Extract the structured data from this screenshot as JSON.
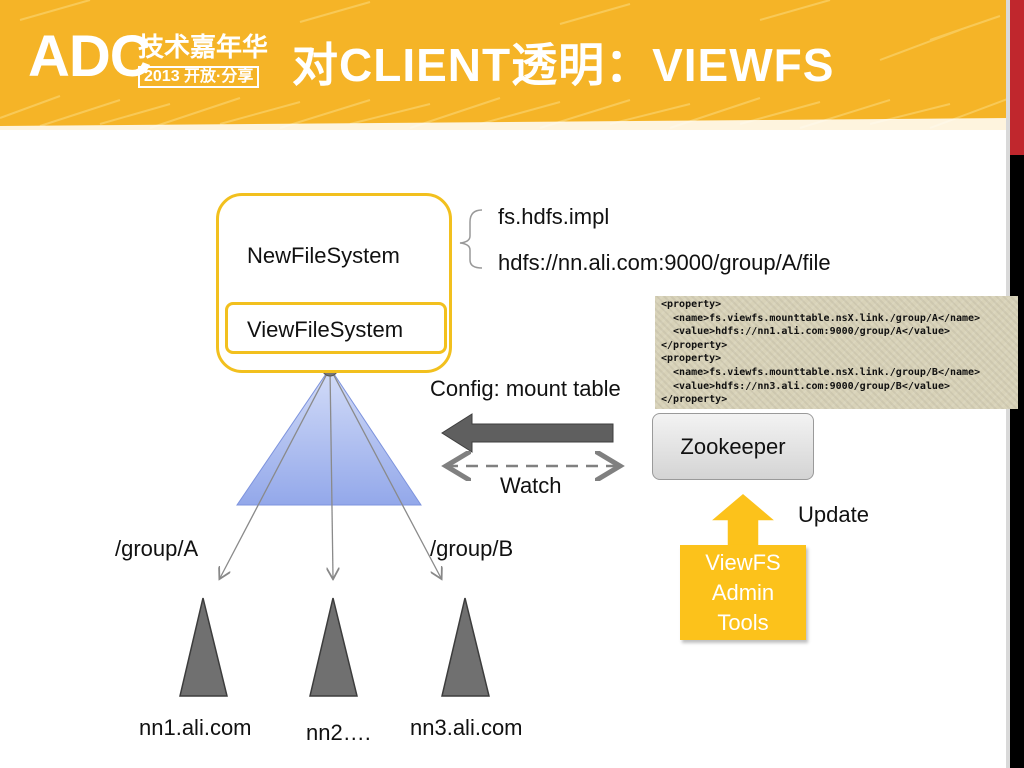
{
  "header": {
    "logo_main": "ADC",
    "logo_sub": "技术嘉年华",
    "logo_sub2": "2013 开放·分享",
    "title": "对CLIENT透明：VIEWFS"
  },
  "client_box": {
    "outer_label": "NewFileSystem",
    "inner_label": "ViewFileSystem"
  },
  "config_notes": {
    "impl": "fs.hdfs.impl",
    "uri": "hdfs://nn.ali.com:9000/group/A/file"
  },
  "config_xml": [
    "<property>",
    "  <name>fs.viewfs.mounttable.nsX.link./group/A</name>",
    "  <value>hdfs://nn1.ali.com:9000/group/A</value>",
    "</property>",
    "<property>",
    "  <name>fs.viewfs.mounttable.nsX.link./group/B</name>",
    "  <value>hdfs://nn3.ali.com:9000/group/B</value>",
    "</property>"
  ],
  "labels": {
    "config_mount_table": "Config: mount table",
    "zookeeper": "Zookeeper",
    "watch": "Watch",
    "update": "Update",
    "group_a": "/group/A",
    "group_b": "/group/B"
  },
  "admin_tools": [
    "ViewFS",
    "Admin",
    "Tools"
  ],
  "namenodes": [
    "nn1.ali.com",
    "nn2….",
    "nn3.ali.com"
  ],
  "colors": {
    "banner": "#f5b427",
    "box_border": "#f2c01e",
    "tools_fill": "#fcc21b",
    "triangle_fill": "#a9b9ef",
    "namenode_fill": "#707070"
  }
}
